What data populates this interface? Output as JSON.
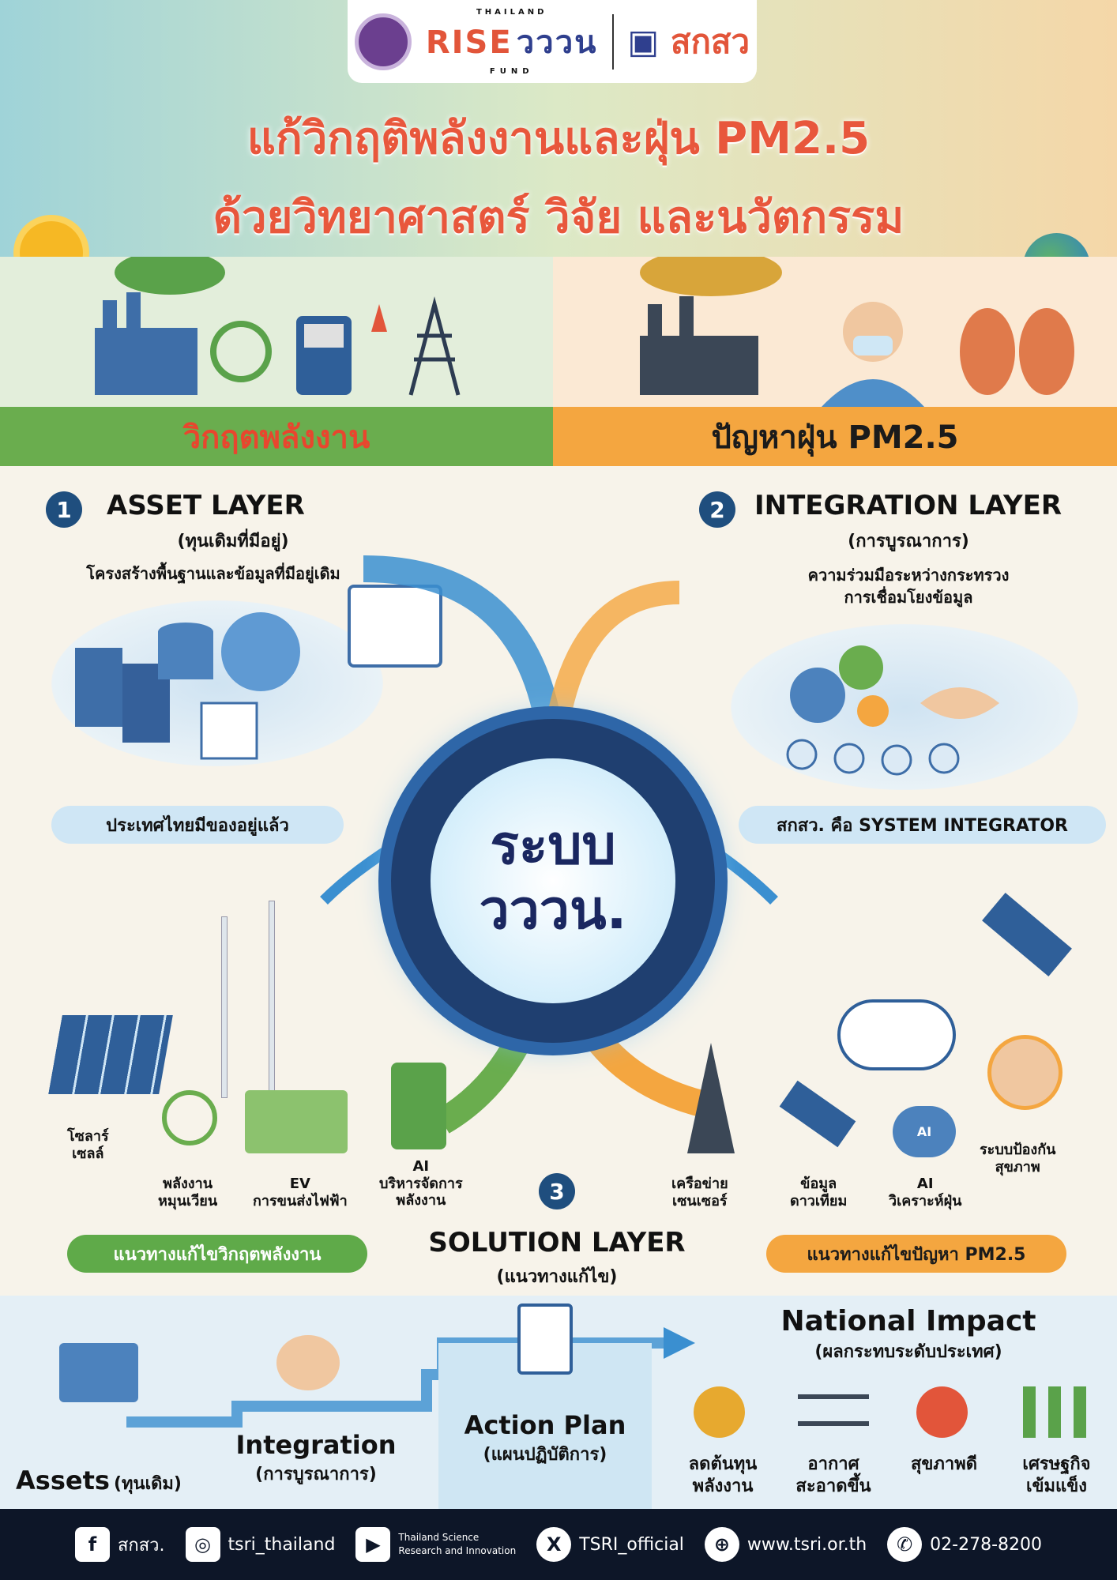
{
  "logo": {
    "rise_top": "THAILAND",
    "rise": "RISE",
    "rise_bottom": "FUND",
    "vvn": "วววน",
    "tsri": "สกสว"
  },
  "title": {
    "line1": "แก้วิกฤติพลังงานและฝุ่น PM2.5",
    "line2": "ด้วยวิทยาศาสตร์ วิจัย และนวัตกรรม"
  },
  "banners": {
    "left": "วิกฤตพลังงาน",
    "right": "ปัญหาฝุ่น PM2.5"
  },
  "asset": {
    "num": "1",
    "title": "ASSET LAYER",
    "sub": "(ทุนเดิมที่มีอยู่)",
    "desc": "โครงสร้างพื้นฐานและข้อมูลที่มีอยู่เดิม",
    "pill": "ประเทศไทยมีของอยู่แล้ว"
  },
  "integration": {
    "num": "2",
    "title": "INTEGRATION LAYER",
    "sub": "(การบูรณาการ)",
    "desc1": "ความร่วมมือระหว่างกระทรวง",
    "desc2": "การเชื่อมโยงข้อมูล",
    "pill": "สกสว. คือ SYSTEM INTEGRATOR"
  },
  "center": {
    "line1": "ระบบ",
    "line2": "วววน."
  },
  "solution": {
    "num": "3",
    "title": "SOLUTION LAYER",
    "sub": "(แนวทางแก้ไข)",
    "pill_left": "แนวทางแก้ไขวิกฤตพลังงาน",
    "pill_right": "แนวทางแก้ไขปัญหา PM2.5",
    "energy_items": [
      {
        "l1": "โซลาร์",
        "l2": "เซลล์"
      },
      {
        "l1": "พลังงาน",
        "l2": "หมุนเวียน"
      },
      {
        "l1": "EV",
        "l2": "การขนส่งไฟฟ้า"
      },
      {
        "l1": "AI",
        "l2": "บริหารจัดการ",
        "l3": "พลังงาน"
      }
    ],
    "pm_items": [
      {
        "l1": "เครือข่าย",
        "l2": "เซนเซอร์"
      },
      {
        "l1": "ข้อมูล",
        "l2": "ดาวเทียม"
      },
      {
        "l1": "AI",
        "l2": "วิเคราะห์ฝุ่น"
      },
      {
        "l1": "ระบบป้องกัน",
        "l2": "สุขภาพ"
      }
    ]
  },
  "steps": {
    "assets": "Assets",
    "assets_th": "(ทุนเดิม)",
    "integration": "Integration",
    "integration_th": "(การบูรณาการ)",
    "action": "Action Plan",
    "action_th": "(แผนปฏิบัติการ)",
    "impact": "National Impact",
    "impact_th": "(ผลกระทบระดับประเทศ)"
  },
  "impacts": [
    {
      "l1": "ลดต้นทุน",
      "l2": "พลังงาน"
    },
    {
      "l1": "อากาศ",
      "l2": "สะอาดขึ้น"
    },
    {
      "l1": "สุขภาพดี",
      "l2": ""
    },
    {
      "l1": "เศรษฐกิจ",
      "l2": "เข้มแข็ง"
    }
  ],
  "footer": {
    "facebook": "สกสว.",
    "instagram": "tsri_thailand",
    "youtube1": "Thailand Science",
    "youtube2": "Research and Innovation",
    "x": "TSRI_official",
    "web": "www.tsri.or.th",
    "phone": "02-278-8200"
  },
  "colors": {
    "navy": "#1f4e7e",
    "green": "#6aad4e",
    "orange": "#f4a640",
    "title": "#e8573c",
    "footer": "#0d1628"
  }
}
